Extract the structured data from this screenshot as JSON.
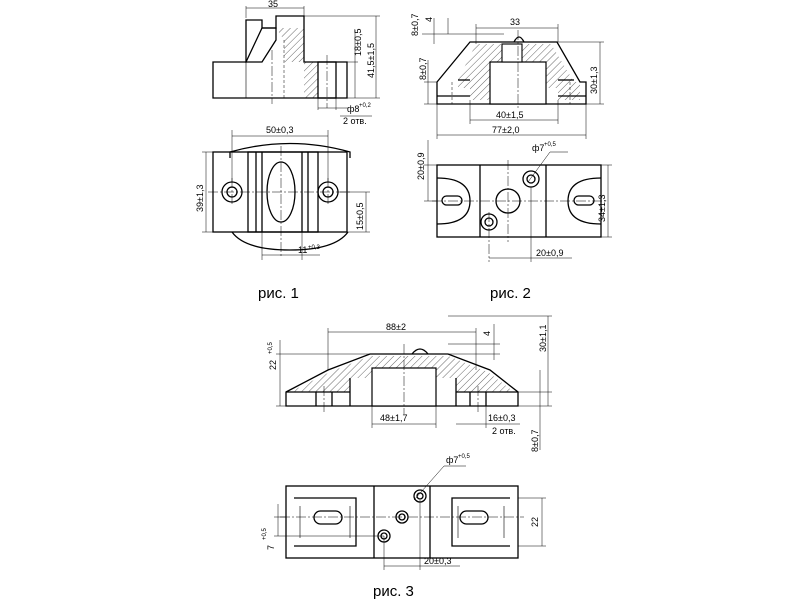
{
  "fig1": {
    "caption": "рис. 1",
    "dim_width_top": "35",
    "dim_height_18": "18±0,5",
    "dim_height_415": "41,5±1,5",
    "dim_hole": "ф8",
    "dim_hole_tol": "+0,2",
    "dim_holes_count": "2 отв.",
    "dim_width_50": "50±0,3",
    "dim_height_39": "39±1,3",
    "dim_height_15": "15±0,5",
    "dim_width_11": "11",
    "dim_width_11_tol": "+0,3"
  },
  "fig2": {
    "caption": "рис. 2",
    "dim_07": "8±0,7",
    "dim_4": "4",
    "dim_33": "33",
    "dim_8": "8±0,7",
    "dim_30": "30±1,3",
    "dim_40": "40±1,5",
    "dim_77": "77±2,0",
    "dim_hole": "ф7",
    "dim_hole_tol": "+0,5",
    "dim_20a": "20±0,9",
    "dim_34": "34±1,3",
    "dim_20b": "20±0,9"
  },
  "fig3": {
    "caption": "рис. 3",
    "dim_88": "88±2",
    "dim_4": "4",
    "dim_30": "30±1,1",
    "dim_22": "22",
    "dim_22_tol": "+0,5",
    "dim_48": "48±1,7",
    "dim_16": "16±0,3",
    "dim_holes_count": "2 отв.",
    "dim_8": "8±0,7",
    "dim_hole": "ф7",
    "dim_hole_tol": "+0,5",
    "dim_22b": "22",
    "dim_7": "7",
    "dim_7_tol": "+0,5",
    "dim_20": "20±0,3"
  }
}
